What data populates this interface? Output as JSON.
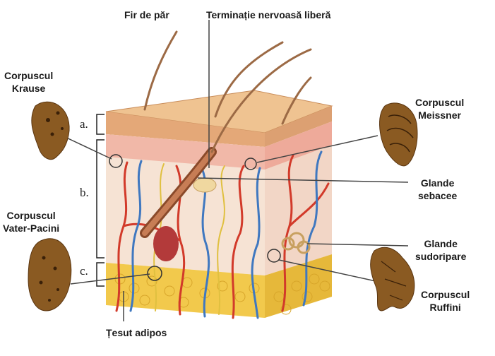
{
  "labels": {
    "hair": "Fir de păr",
    "free_nerve": "Terminație nervoasă liberă",
    "krause": [
      "Corpuscul",
      "Krause"
    ],
    "meissner": [
      "Corpuscul",
      "Meissner"
    ],
    "sebaceous": [
      "Glande",
      "sebacee"
    ],
    "pacini": [
      "Corpuscul",
      "Vater-Pacini"
    ],
    "sweat": [
      "Glande",
      "sudoripare"
    ],
    "ruffini": [
      "Corpuscul",
      "Ruffini"
    ],
    "adipose": "Țesut adipos"
  },
  "layers": {
    "a": "a.",
    "b": "b.",
    "c": "c."
  },
  "colors": {
    "epidermis": "#e9b98a",
    "dermis": "#f3dcc8",
    "fat": "#f0c84a",
    "artery": "#d23a2a",
    "vein": "#3f78c0",
    "nerve": "#e0c040",
    "corpuscle": "#8a5a22"
  }
}
